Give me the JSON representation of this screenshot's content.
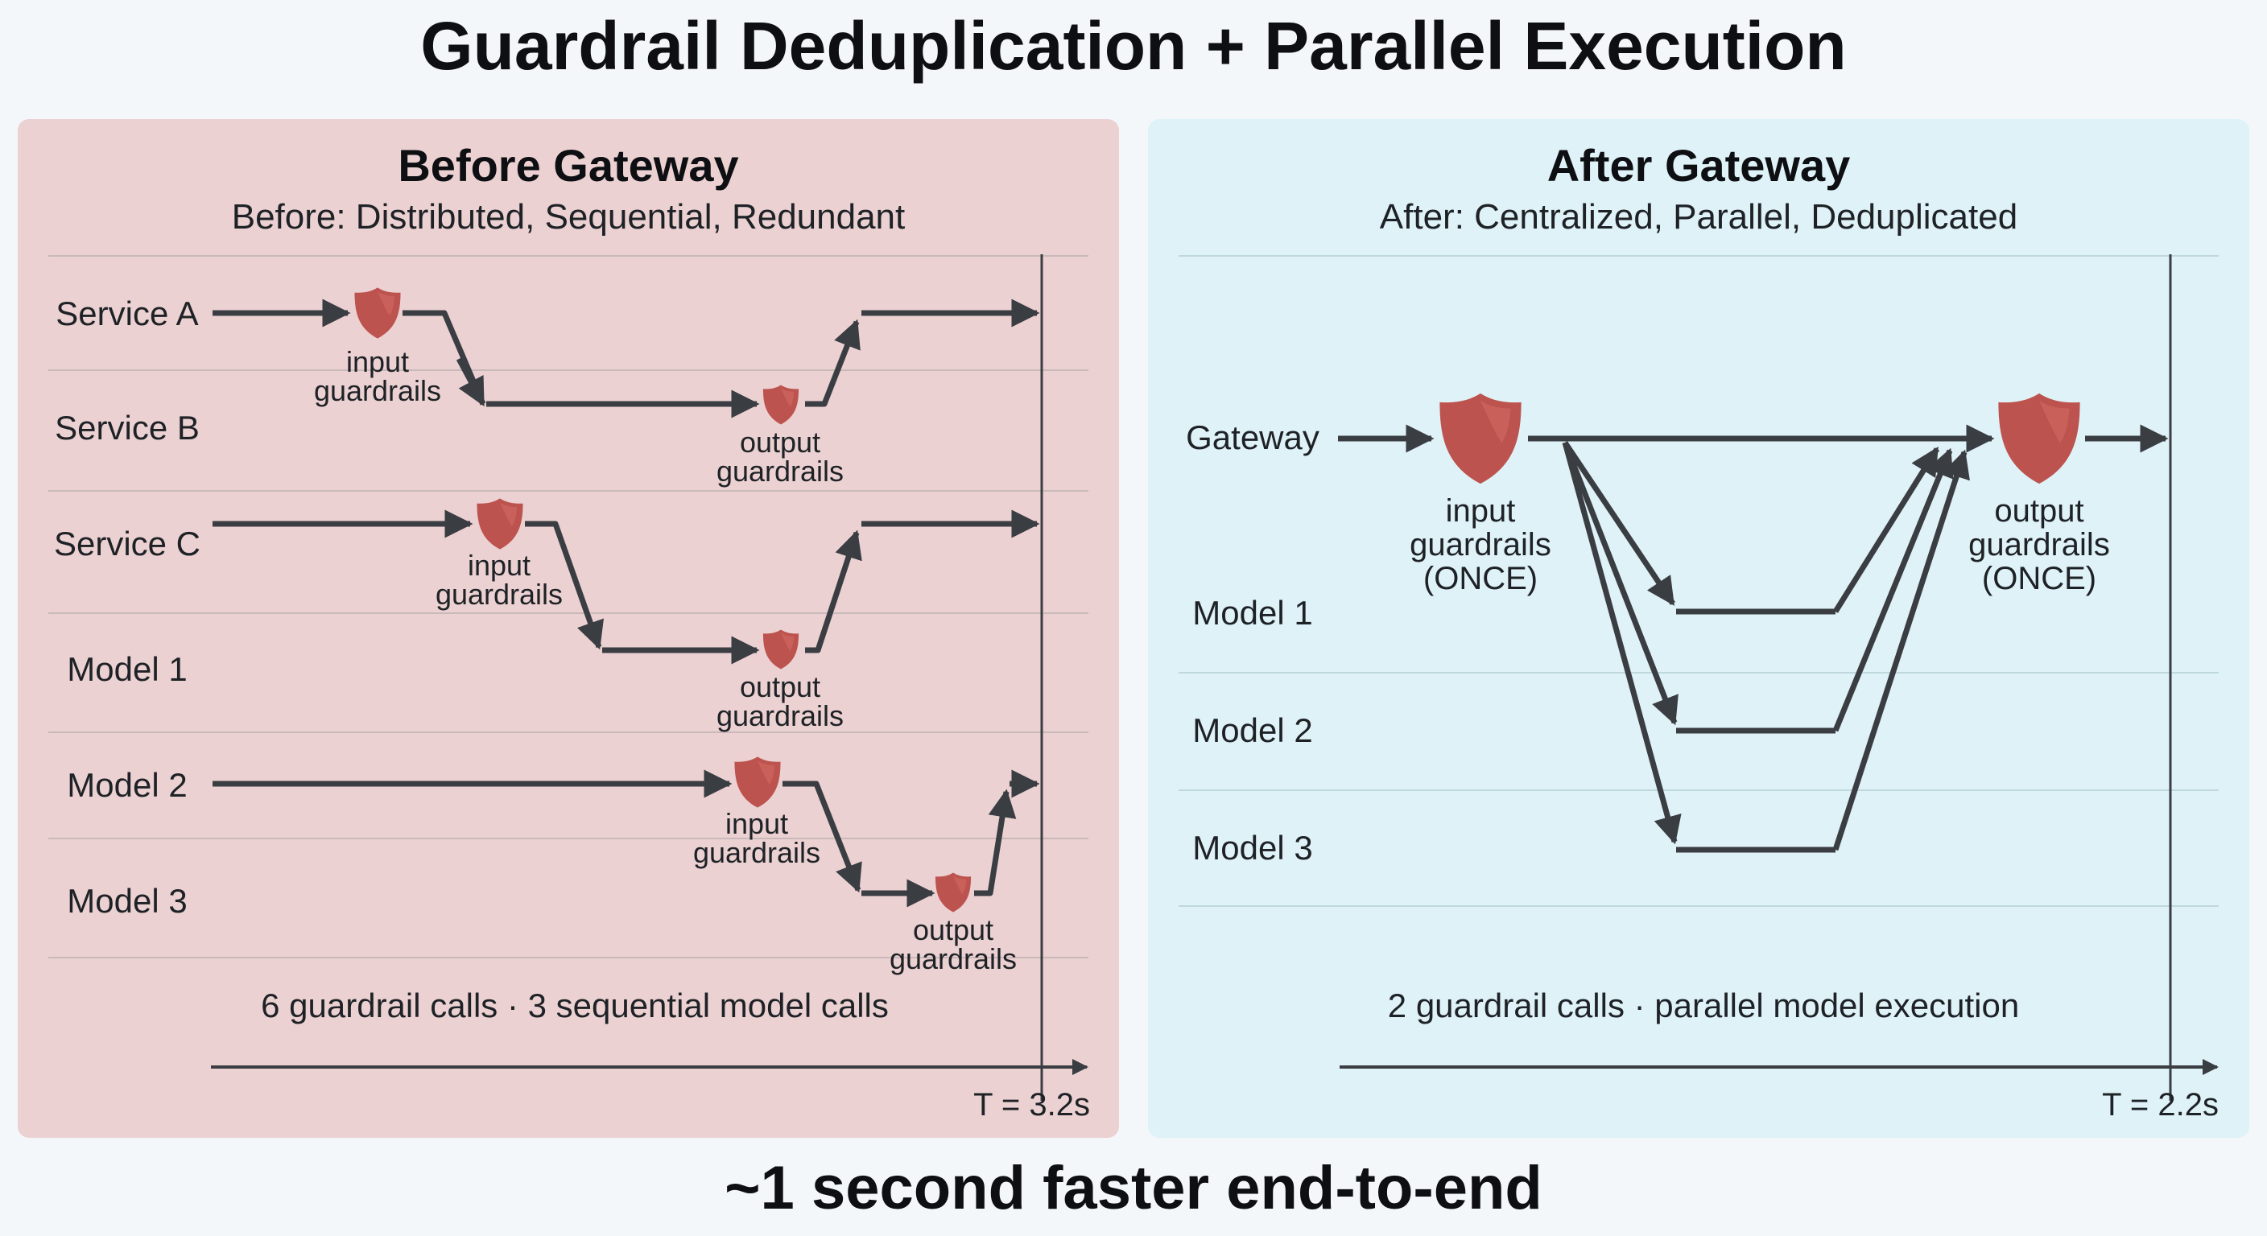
{
  "title": "Guardrail Deduplication + Parallel Execution",
  "footer": "~1 second faster end-to-end",
  "colors": {
    "before_panel": "#ecd1d2",
    "after_panel": "#dff2f7",
    "shield": "#bd534e",
    "shield_highlight": "#d46b63",
    "arrow": "#3a3d42",
    "gridline": "#c9b9ba",
    "gridline_after": "#bfd8de",
    "text": "#1e2226"
  },
  "before": {
    "heading": "Before Gateway",
    "subheading": "Before: Distributed, Sequential, Redundant",
    "rows": [
      "Service A",
      "Service B",
      "Service C",
      "Model 1",
      "Model 2",
      "Model 3"
    ],
    "input_label": [
      "input",
      "guardrails"
    ],
    "output_label": [
      "output",
      "guardrails"
    ],
    "summary": "6 guardrail calls · 3 sequential model calls",
    "time_label": "T = 3.2s"
  },
  "after": {
    "heading": "After Gateway",
    "subheading": "After: Centralized, Parallel, Deduplicated",
    "gateway_label": "Gateway",
    "models": [
      "Model 1",
      "Model 2",
      "Model 3"
    ],
    "input_label": [
      "input",
      "guardrails",
      "(ONCE)"
    ],
    "output_label": [
      "output",
      "guardrails",
      "(ONCE)"
    ],
    "summary": "2 guardrail calls · parallel model execution",
    "time_label": "T = 2.2s"
  }
}
